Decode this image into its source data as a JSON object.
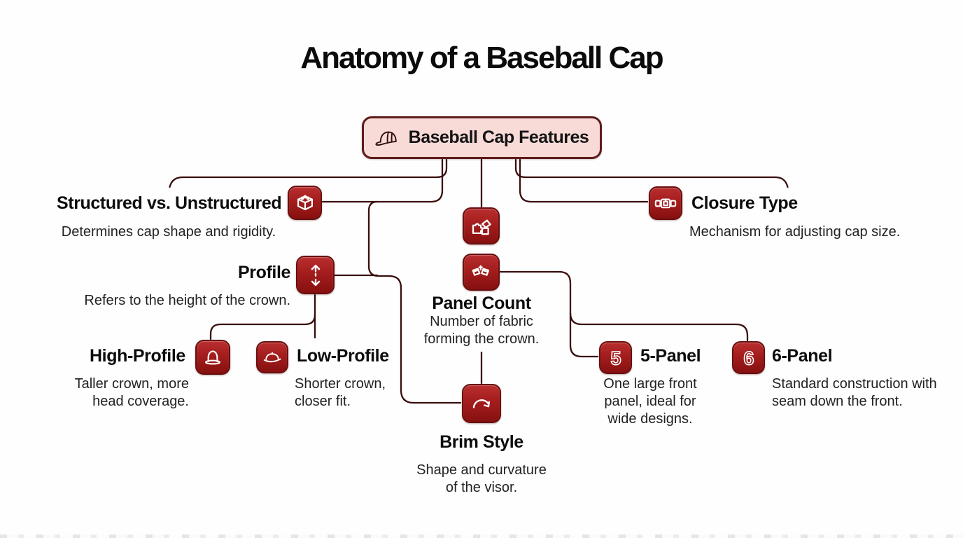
{
  "title": "Anatomy of a Baseball Cap",
  "root": {
    "label": "Baseball Cap Features",
    "icon": "baseball-cap-icon"
  },
  "branches": {
    "structured": {
      "label": "Structured vs. Unstructured",
      "desc": "Determines cap shape and rigidity.",
      "icon": "brick-icon"
    },
    "closure": {
      "label": "Closure Type",
      "desc": "Mechanism for adjusting cap size.",
      "icon": "strap-buckle-icon"
    },
    "profile": {
      "label": "Profile",
      "desc": "Refers to the height of the crown.",
      "icon": "vertical-arrows-icon"
    },
    "panel_count": {
      "label": "Panel Count",
      "desc": "Number of fabric forming the crown.",
      "icon": "fabric-panels-icon",
      "secondary_icon": "puzzle-icon"
    },
    "brim": {
      "label": "Brim Style",
      "desc": "Shape and curvature of the visor.",
      "icon": "curved-arrow-icon"
    },
    "high": {
      "label": "High-Profile",
      "desc": "Taller crown, more head coverage.",
      "icon": "tall-hat-icon"
    },
    "low": {
      "label": "Low-Profile",
      "desc": "Shorter crown, closer fit.",
      "icon": "flat-cap-icon"
    },
    "five": {
      "label": "5-Panel",
      "desc": "One large front panel, ideal for wide designs.",
      "glyph": "5",
      "icon": "numeral-5-icon"
    },
    "six": {
      "label": "6-Panel",
      "desc": "Standard construction with seam down the front.",
      "glyph": "6",
      "icon": "numeral-6-icon"
    }
  },
  "colors": {
    "background": "#fefefe",
    "node_fill": "#f8dad7",
    "node_border": "#5f1b1b",
    "tile_red_top": "#b92e2e",
    "tile_red_bottom": "#871010",
    "tile_border": "#690f0f",
    "connector_line": "#3a0e0e",
    "heading_text": "#0c0c0c",
    "description_text": "#222222"
  }
}
